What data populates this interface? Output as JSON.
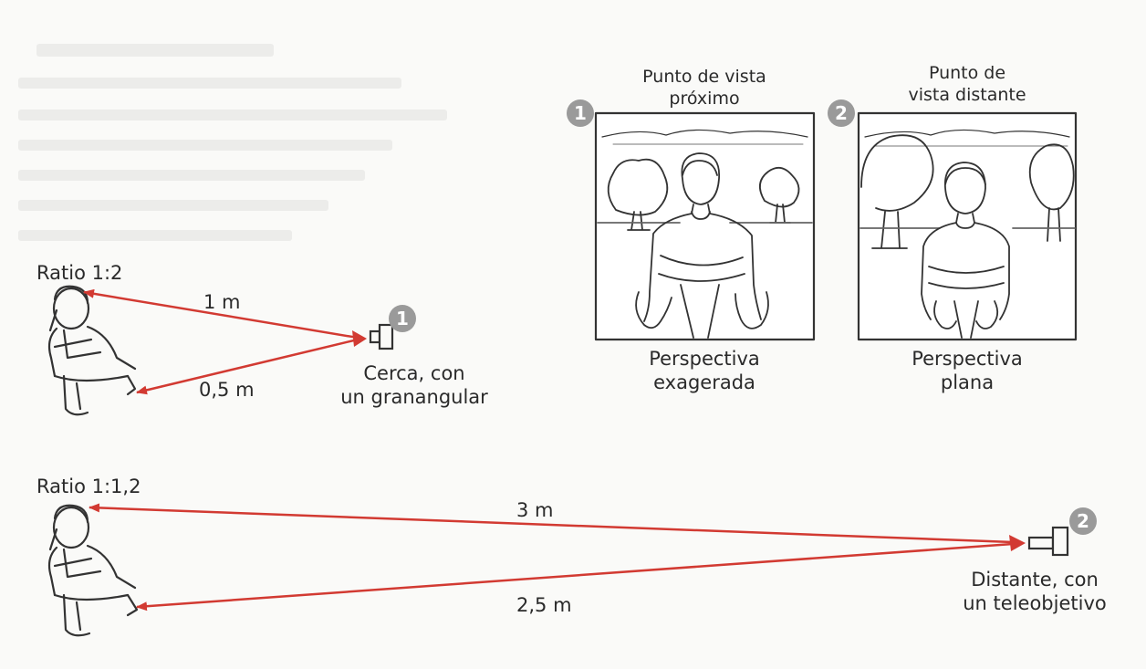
{
  "near": {
    "ratio": "Ratio 1:2",
    "distance_far": "1 m",
    "distance_near": "0,5 m",
    "camera_label_line1": "Cerca, con",
    "camera_label_line2": "un granangular",
    "badge": "1"
  },
  "distant": {
    "ratio": "Ratio 1:1,2",
    "distance_far": "3 m",
    "distance_near": "2,5 m",
    "camera_label_line1": "Distante, con",
    "camera_label_line2": "un teleobjetivo",
    "badge": "2"
  },
  "panels": [
    {
      "badge": "1",
      "title_line1": "Punto de vista",
      "title_line2": "próximo",
      "caption_line1": "Perspectiva",
      "caption_line2": "exagerada"
    },
    {
      "badge": "2",
      "title_line1": "Punto de",
      "title_line2": "vista distante",
      "caption_line1": "Perspectiva",
      "caption_line2": "plana"
    }
  ],
  "colors": {
    "arrow": "#d23a32",
    "line": "#333333",
    "badge": "#9a9a9a"
  }
}
